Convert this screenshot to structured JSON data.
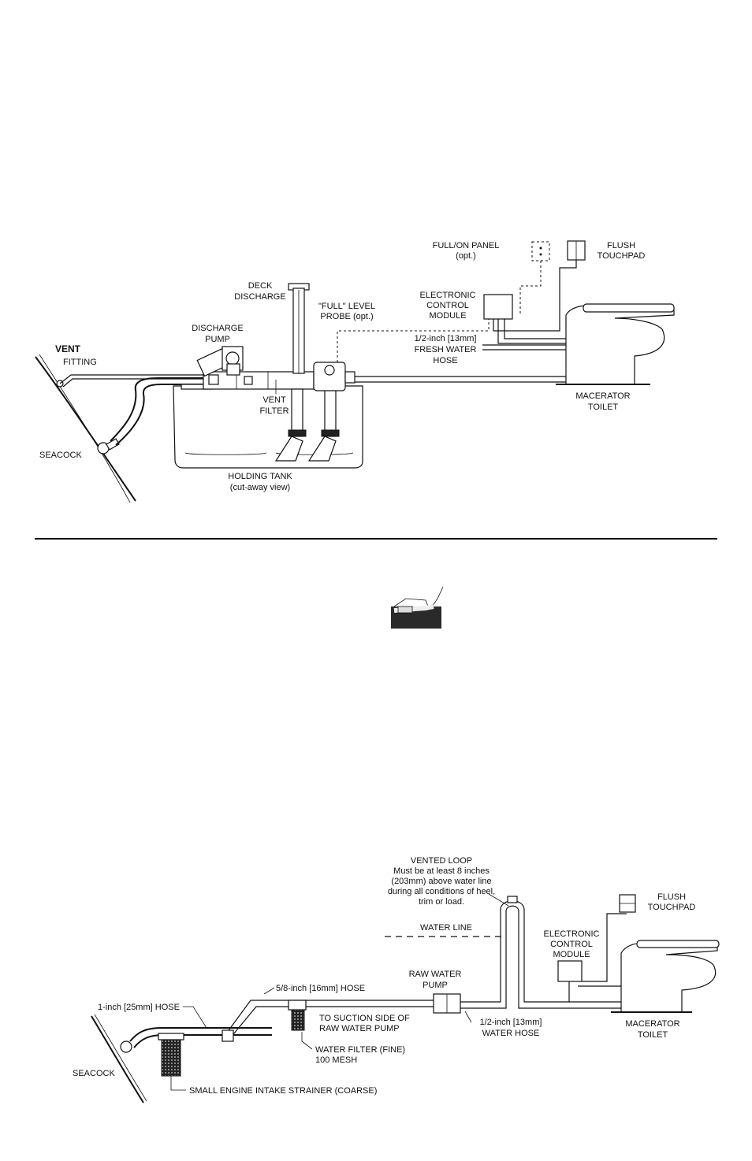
{
  "diagram_top": {
    "labels": {
      "full_on_panel": [
        "FULL/ON PANEL",
        "(opt.)"
      ],
      "flush_touchpad": [
        "FLUSH",
        "TOUCHPAD"
      ],
      "deck_discharge": [
        "DECK",
        "DISCHARGE"
      ],
      "full_level_probe": [
        "\"FULL\" LEVEL",
        "PROBE (opt.)"
      ],
      "electronic_control_module": [
        "ELECTRONIC",
        "CONTROL",
        "MODULE"
      ],
      "discharge_pump": [
        "DISCHARGE",
        "PUMP"
      ],
      "vent_fitting": [
        "VENT",
        "FITTING"
      ],
      "fresh_water_hose": [
        "1/2-inch [13mm]",
        "FRESH WATER",
        "HOSE"
      ],
      "vent_filter": [
        "VENT",
        "FILTER"
      ],
      "macerator_toilet": [
        "MACERATOR",
        "TOILET"
      ],
      "seacock": "SEACOCK",
      "holding_tank": [
        "HOLDING TANK",
        "(cut-away view)"
      ]
    }
  },
  "diagram_bottom": {
    "labels": {
      "vented_loop": [
        "VENTED LOOP",
        "Must be at least 8 inches",
        "(203mm) above water line",
        "during all conditions of heel,",
        "trim or load."
      ],
      "flush_touchpad": [
        "FLUSH",
        "TOUCHPAD"
      ],
      "water_line": "WATER LINE",
      "electronic_control_module": [
        "ELECTRONIC",
        "CONTROL",
        "MODULE"
      ],
      "raw_water_pump": [
        "RAW WATER",
        "PUMP"
      ],
      "hose_5_8": "5/8-inch [16mm] HOSE",
      "hose_1": "1-inch [25mm] HOSE",
      "suction_side": [
        "TO SUCTION SIDE OF",
        "RAW WATER PUMP"
      ],
      "water_hose_1_2": [
        "1/2-inch [13mm]",
        "WATER HOSE"
      ],
      "macerator_toilet": [
        "MACERATOR",
        "TOILET"
      ],
      "water_filter": [
        "WATER FILTER (FINE)",
        "100 MESH"
      ],
      "seacock": "SEACOCK",
      "engine_strainer": "SMALL ENGINE INTAKE STRAINER (COARSE)"
    }
  }
}
